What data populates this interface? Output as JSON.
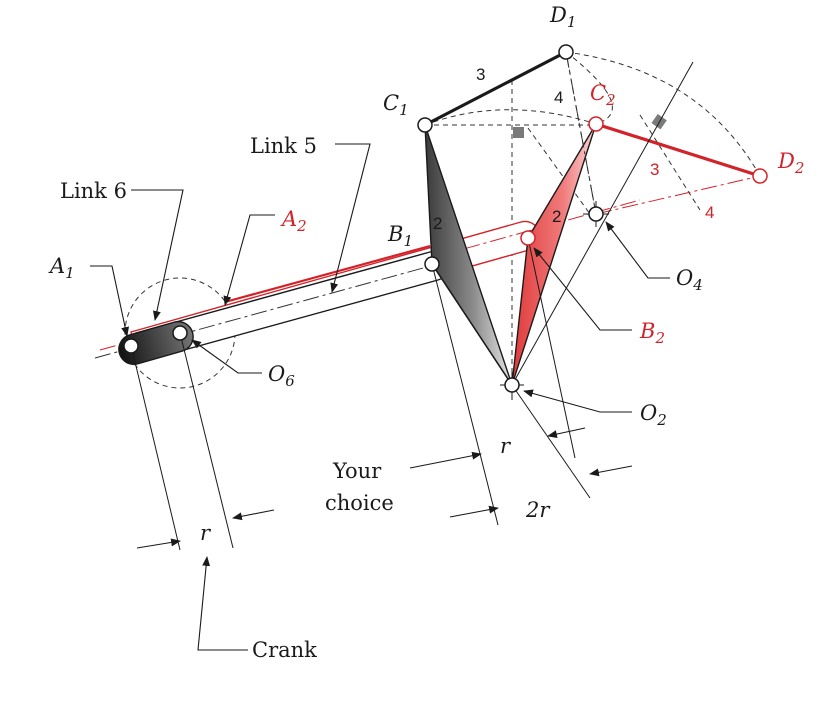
{
  "labels": {
    "link6": "Link 6",
    "link5": "Link 5",
    "crank": "Crank",
    "your_choice_line1": "Your",
    "your_choice_line2": "choice",
    "r_bottom": "r",
    "r_middle": "r",
    "two_r": "2r",
    "A1": {
      "base": "A",
      "sub": "1"
    },
    "A2": {
      "base": "A",
      "sub": "2"
    },
    "B1": {
      "base": "B",
      "sub": "1"
    },
    "B2": {
      "base": "B",
      "sub": "2"
    },
    "C1": {
      "base": "C",
      "sub": "1"
    },
    "C2": {
      "base": "C",
      "sub": "2"
    },
    "D1": {
      "base": "D",
      "sub": "1"
    },
    "D2": {
      "base": "D",
      "sub": "2"
    },
    "O2": {
      "base": "O",
      "sub": "2"
    },
    "O4": {
      "base": "O",
      "sub": "4"
    },
    "O6": {
      "base": "O",
      "sub": "6"
    }
  },
  "link_numbers": {
    "link3_pos1": "3",
    "link4_pos1": "4",
    "link2_pos1": "2",
    "link2_pos2": "2",
    "link3_pos2": "3",
    "link4_pos2": "4"
  },
  "colors": {
    "ink": "#1a1a1a",
    "second_position": "#d2232a"
  }
}
